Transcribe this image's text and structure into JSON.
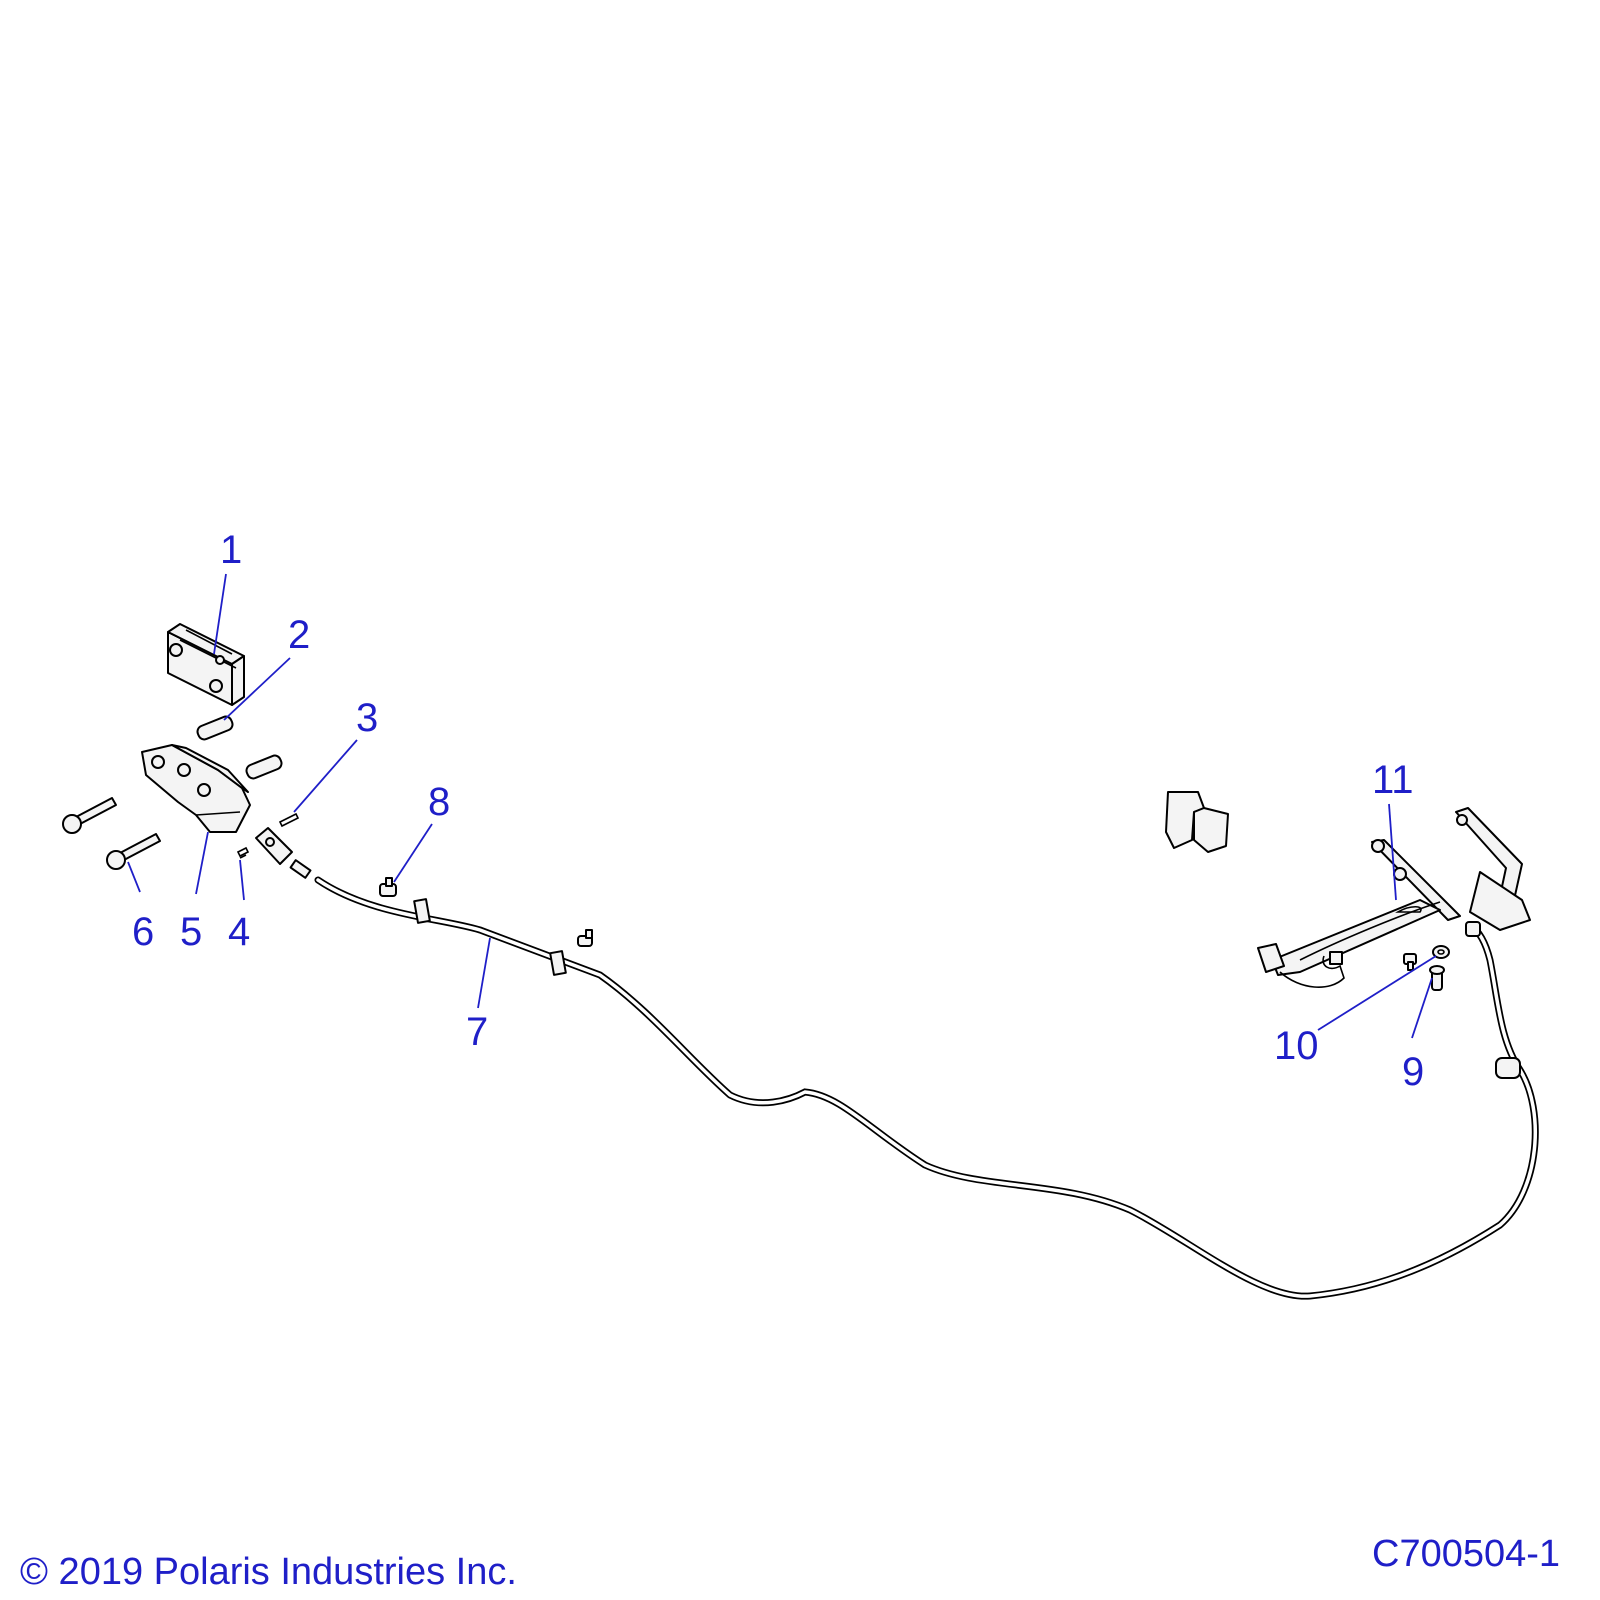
{
  "callouts": [
    {
      "id": "1",
      "label": "1"
    },
    {
      "id": "2",
      "label": "2"
    },
    {
      "id": "3",
      "label": "3"
    },
    {
      "id": "4",
      "label": "4"
    },
    {
      "id": "5",
      "label": "5"
    },
    {
      "id": "6",
      "label": "6"
    },
    {
      "id": "7",
      "label": "7"
    },
    {
      "id": "8",
      "label": "8"
    },
    {
      "id": "9",
      "label": "9"
    },
    {
      "id": "10",
      "label": "10"
    },
    {
      "id": "11",
      "label": "11"
    }
  ],
  "footer": {
    "copyright": "© 2019 Polaris Industries Inc.",
    "figure_id": "C700504-1"
  },
  "colors": {
    "callout": "#1f1fc8",
    "line_art": "#000000"
  }
}
